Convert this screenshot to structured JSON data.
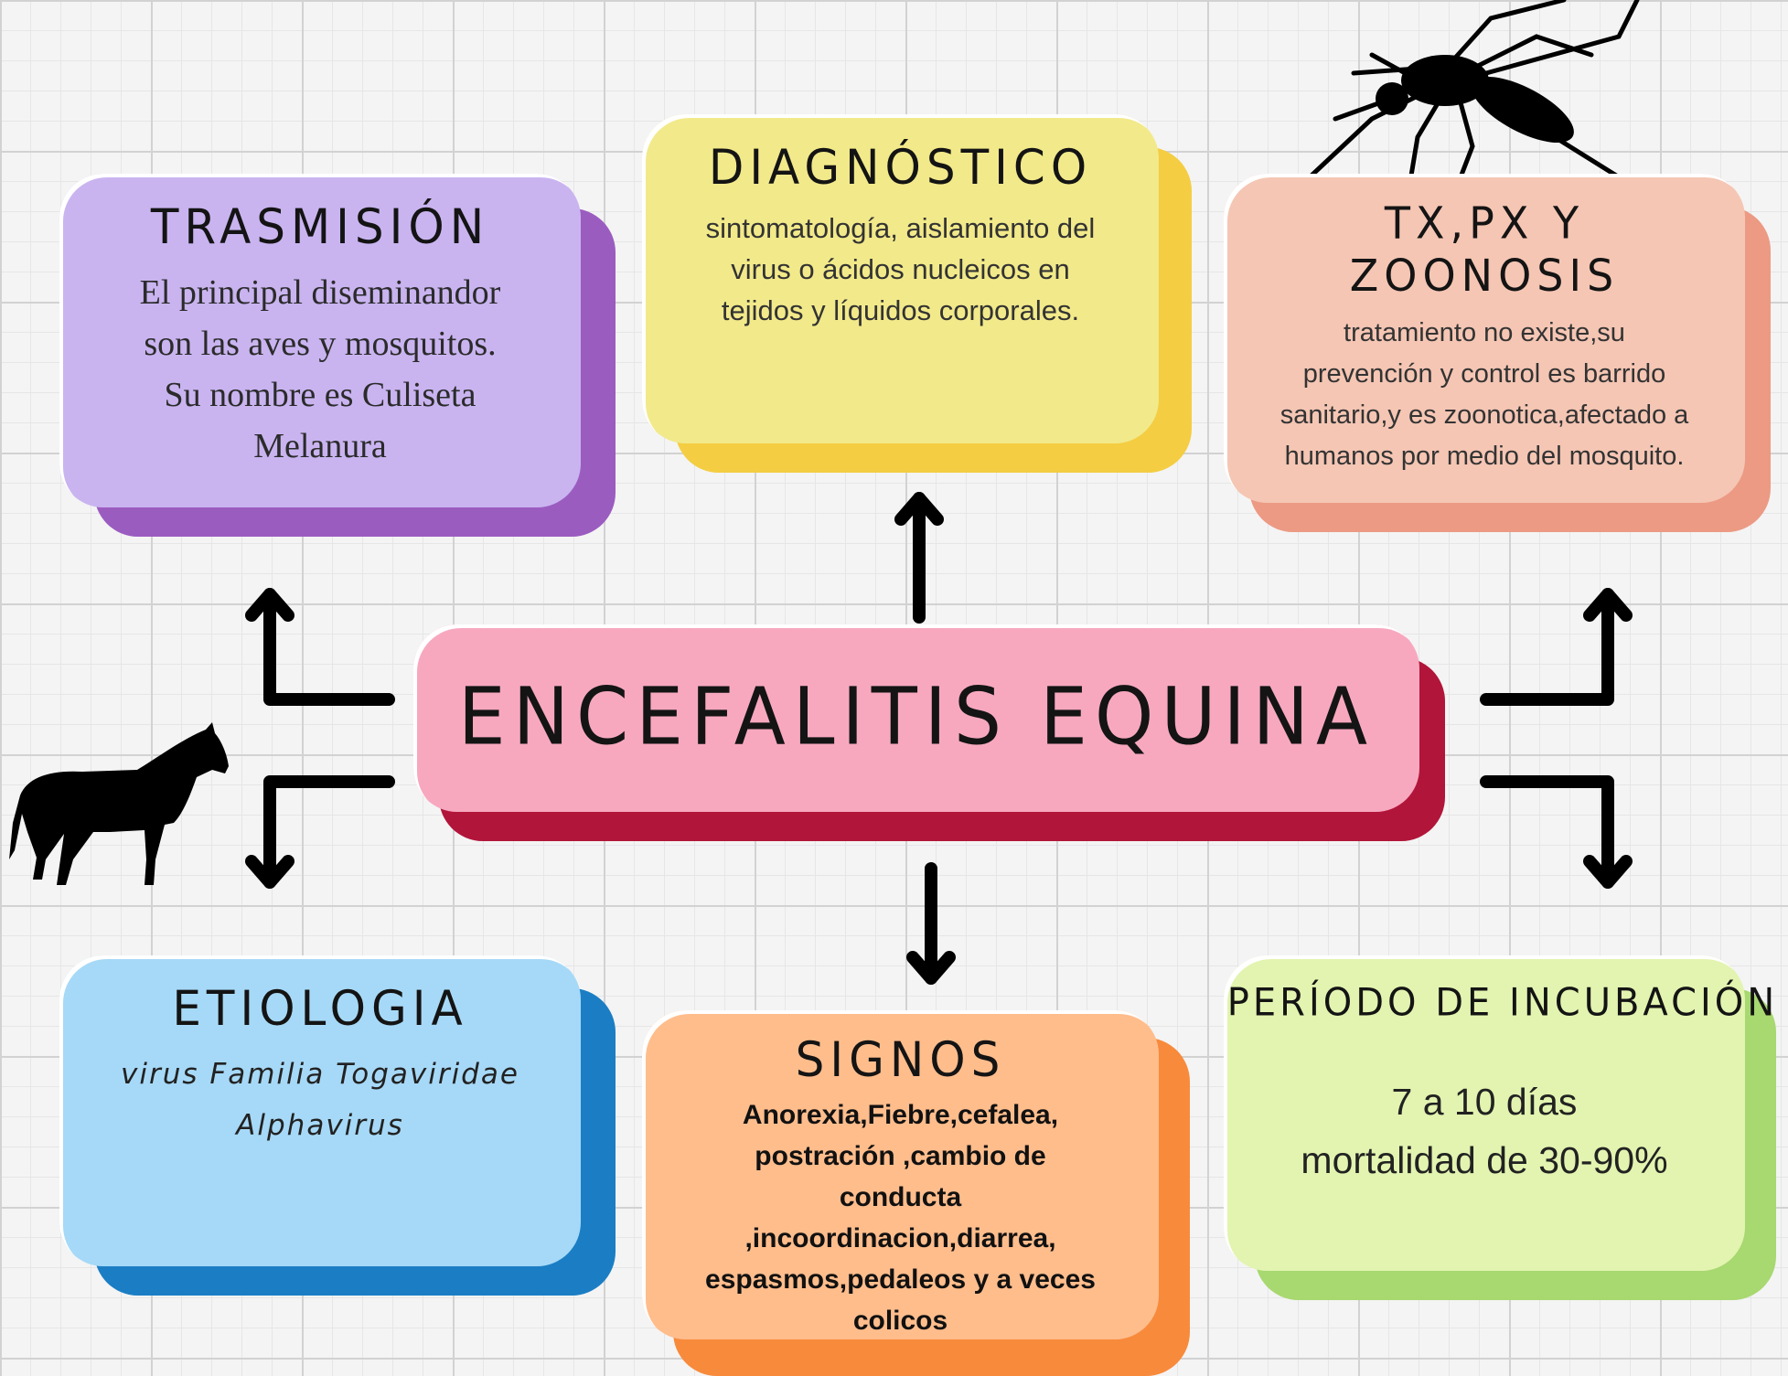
{
  "center": {
    "title": "ENCEFALITIS EQUINA"
  },
  "cards": {
    "trasmision": {
      "title": "TRASMISIÓN",
      "lines": [
        "El principal diseminandor",
        "son las aves y mosquitos.",
        "Su nombre es Culiseta",
        "Melanura"
      ]
    },
    "diagnostico": {
      "title": "DIAGNÓSTICO",
      "lines": [
        "sintomatología, aislamiento del",
        "virus o ácidos nucleicos en",
        "tejidos y líquidos corporales."
      ]
    },
    "tx": {
      "title": "TX,PX Y ZOONOSIS",
      "lines": [
        "tratamiento no existe,su",
        "prevención y control es barrido",
        "sanitario,y es zoonotica,afectado a",
        "humanos por medio del mosquito."
      ]
    },
    "etiologia": {
      "title": "ETIOLOGIA",
      "lines": [
        "virus Familia Togaviridae",
        "Alphavirus"
      ]
    },
    "signos": {
      "title": "SIGNOS",
      "lines": [
        "Anorexia,Fiebre,cefalea,",
        "postración ,cambio de",
        "conducta",
        ",incoordinacion,diarrea,",
        "espasmos,pedaleos y a veces",
        "colicos"
      ]
    },
    "incubacion": {
      "title": "PERÍODO DE INCUBACIÓN",
      "lines": [
        "7 a 10 días",
        "mortalidad de 30-90%"
      ]
    }
  },
  "icons": {
    "horse": "horse-silhouette",
    "mosquito": "mosquito-silhouette"
  },
  "colors": {
    "trasmision": [
      "#c9b4f0",
      "#9b5cc0"
    ],
    "diagnostico": [
      "#f2e98a",
      "#f4cd42"
    ],
    "tx": [
      "#f5c6b4",
      "#ec9a84"
    ],
    "etiologia": [
      "#a6d9f7",
      "#1b7ec4"
    ],
    "signos": [
      "#ffbd8c",
      "#f88a3c"
    ],
    "incubacion": [
      "#e2f4b0",
      "#a8d870"
    ],
    "center": [
      "#f7a8bf",
      "#b2153a"
    ]
  }
}
